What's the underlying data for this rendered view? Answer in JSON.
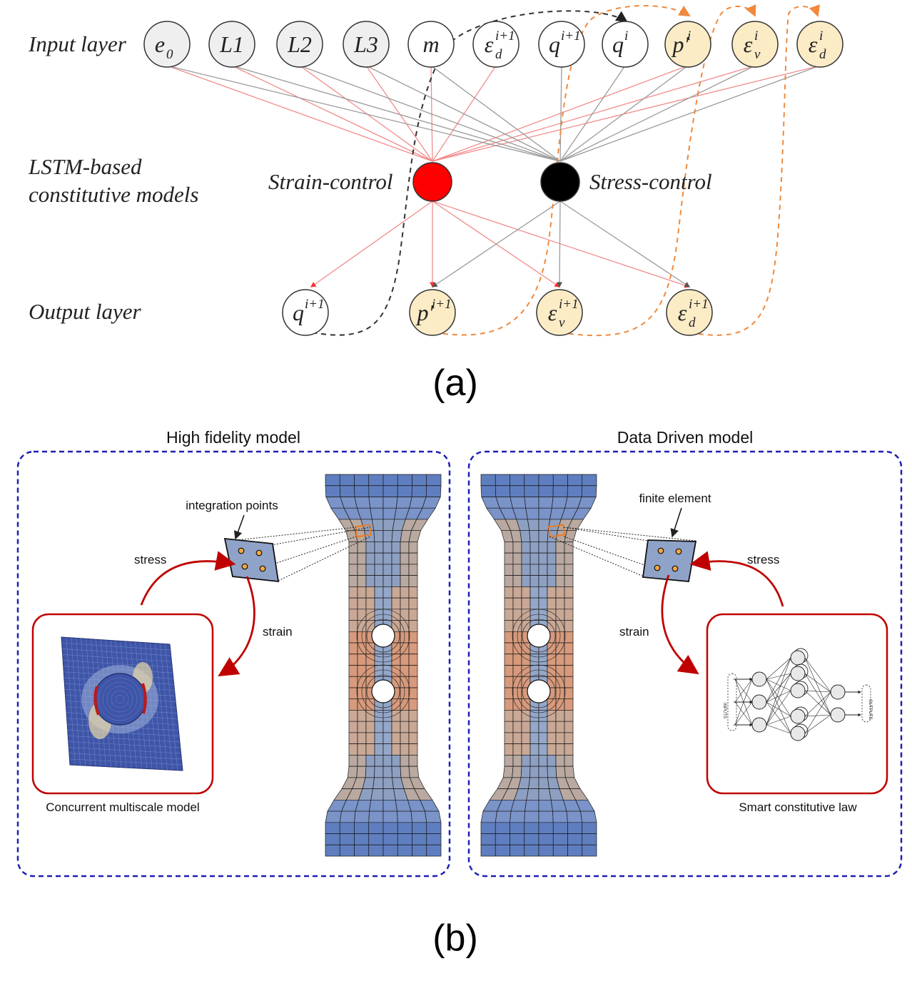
{
  "panel_a": {
    "label": "(a)",
    "layers": {
      "input": "Input layer",
      "lstm_line1": "LSTM-based",
      "lstm_line2": "constitutive models",
      "output": "Output layer"
    },
    "models": {
      "strain": "Strain-control",
      "stress": "Stress-control"
    },
    "input_nodes": [
      {
        "base": "e",
        "sub": "0",
        "sup": "",
        "fill": "#efefef"
      },
      {
        "base": "L1",
        "sub": "",
        "sup": "",
        "fill": "#efefef"
      },
      {
        "base": "L2",
        "sub": "",
        "sup": "",
        "fill": "#efefef"
      },
      {
        "base": "L3",
        "sub": "",
        "sup": "",
        "fill": "#efefef"
      },
      {
        "base": "m",
        "sub": "",
        "sup": "",
        "fill": "#ffffff"
      },
      {
        "base": "ε",
        "sub": "d",
        "sup": "i+1",
        "fill": "#ffffff"
      },
      {
        "base": "q",
        "sub": "",
        "sup": "i+1",
        "fill": "#ffffff"
      },
      {
        "base": "q",
        "sub": "",
        "sup": "i",
        "fill": "#ffffff"
      },
      {
        "base": "p′",
        "sub": "",
        "sup": "i",
        "fill": "#fbecc6"
      },
      {
        "base": "ε",
        "sub": "v",
        "sup": "i",
        "fill": "#fbecc6"
      },
      {
        "base": "ε",
        "sub": "d",
        "sup": "i",
        "fill": "#fbecc6"
      }
    ],
    "output_nodes": [
      {
        "base": "q",
        "sub": "",
        "sup": "i+1",
        "fill": "#ffffff"
      },
      {
        "base": "p′",
        "sub": "",
        "sup": "i+1",
        "fill": "#fbecc6"
      },
      {
        "base": "ε",
        "sub": "v",
        "sup": "i+1",
        "fill": "#fbecc6"
      },
      {
        "base": "ε",
        "sub": "d",
        "sup": "i+1",
        "fill": "#fbecc6"
      }
    ],
    "colors": {
      "strain": "#ff0000",
      "stress": "#000000",
      "feedback_orange": "#f0893c"
    }
  },
  "panel_b": {
    "label": "(b)",
    "left_title": "High fidelity model",
    "right_title": "Data Driven model",
    "left": {
      "integration_points": "integration points",
      "stress": "stress",
      "strain": "strain",
      "caption": "Concurrent multiscale model"
    },
    "right": {
      "finite_element": "finite element",
      "stress": "stress",
      "strain": "strain",
      "caption": "Smart constitutive law",
      "nn_inputs": "INPUTS",
      "nn_outputs": "OUTPUTS"
    },
    "colors": {
      "frame": "#1f1fb4",
      "arrow": "#c00000"
    }
  }
}
